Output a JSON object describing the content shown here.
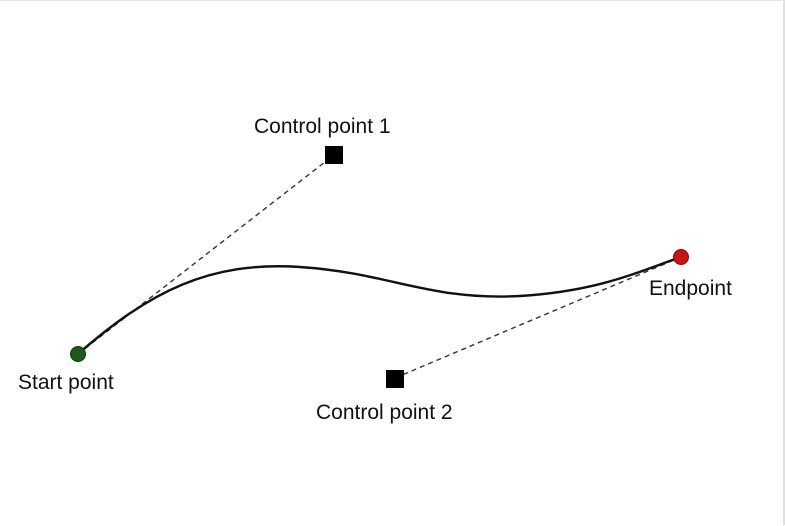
{
  "diagram": {
    "labels": {
      "start": "Start point",
      "control1": "Control point 1",
      "control2": "Control point 2",
      "end": "Endpoint"
    },
    "colors": {
      "curve": "#111111",
      "guide": "#333333",
      "control_marker": "#000000",
      "start_marker": "#1e5a1e",
      "end_marker": "#cc1111"
    }
  }
}
